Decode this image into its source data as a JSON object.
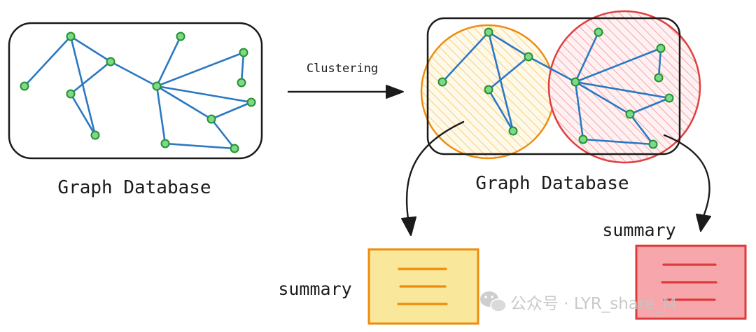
{
  "left_panel": {
    "caption": "Graph Database"
  },
  "arrow": {
    "label": "Clustering"
  },
  "right_panel": {
    "caption": "Graph Database"
  },
  "summaries": [
    {
      "label": "summary",
      "color": "#f9e79b",
      "border": "#ef8b0a",
      "line_color": "#ef8b0a"
    },
    {
      "label": "summary",
      "color": "#f7a7ab",
      "border": "#dd3b3b",
      "line_color": "#dd3b3b"
    }
  ],
  "clusters": [
    {
      "fill": "#fbdf99",
      "stroke": "#ec8d11"
    },
    {
      "fill": "#f4aab0",
      "stroke": "#df3f3f"
    }
  ],
  "colors": {
    "edge": "#2b78c2",
    "node_fill": "#7fd88a",
    "node_stroke": "#24922f"
  },
  "watermark": {
    "text": "公众号 · LYR_share_M",
    "icon": "wechat-icon"
  }
}
